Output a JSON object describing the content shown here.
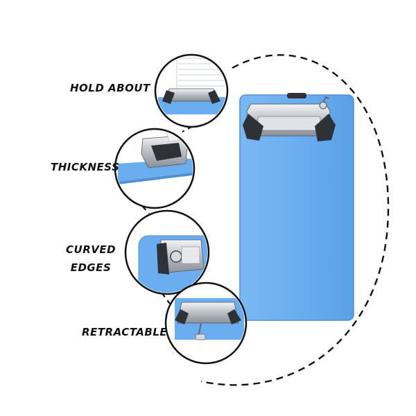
{
  "features": [
    {
      "id": "hold",
      "lines": [
        "HOLD ABOUT"
      ]
    },
    {
      "id": "thickness",
      "lines": [
        "THICKNESS"
      ]
    },
    {
      "id": "curved",
      "lines": [
        "CURVED",
        "EDGES"
      ]
    },
    {
      "id": "retractable",
      "lines": [
        "RETRACTABLE"
      ]
    }
  ],
  "colors": {
    "board": "#6aaef0",
    "board_edge": "#4d8fd4",
    "clip_metal": "#c9cdd2",
    "clip_dark": "#3c3f44",
    "text": "#111111",
    "dash": "#111111"
  },
  "icons": [
    "clipboard-image",
    "metal-clip-icon",
    "paper-sheet-icon"
  ]
}
